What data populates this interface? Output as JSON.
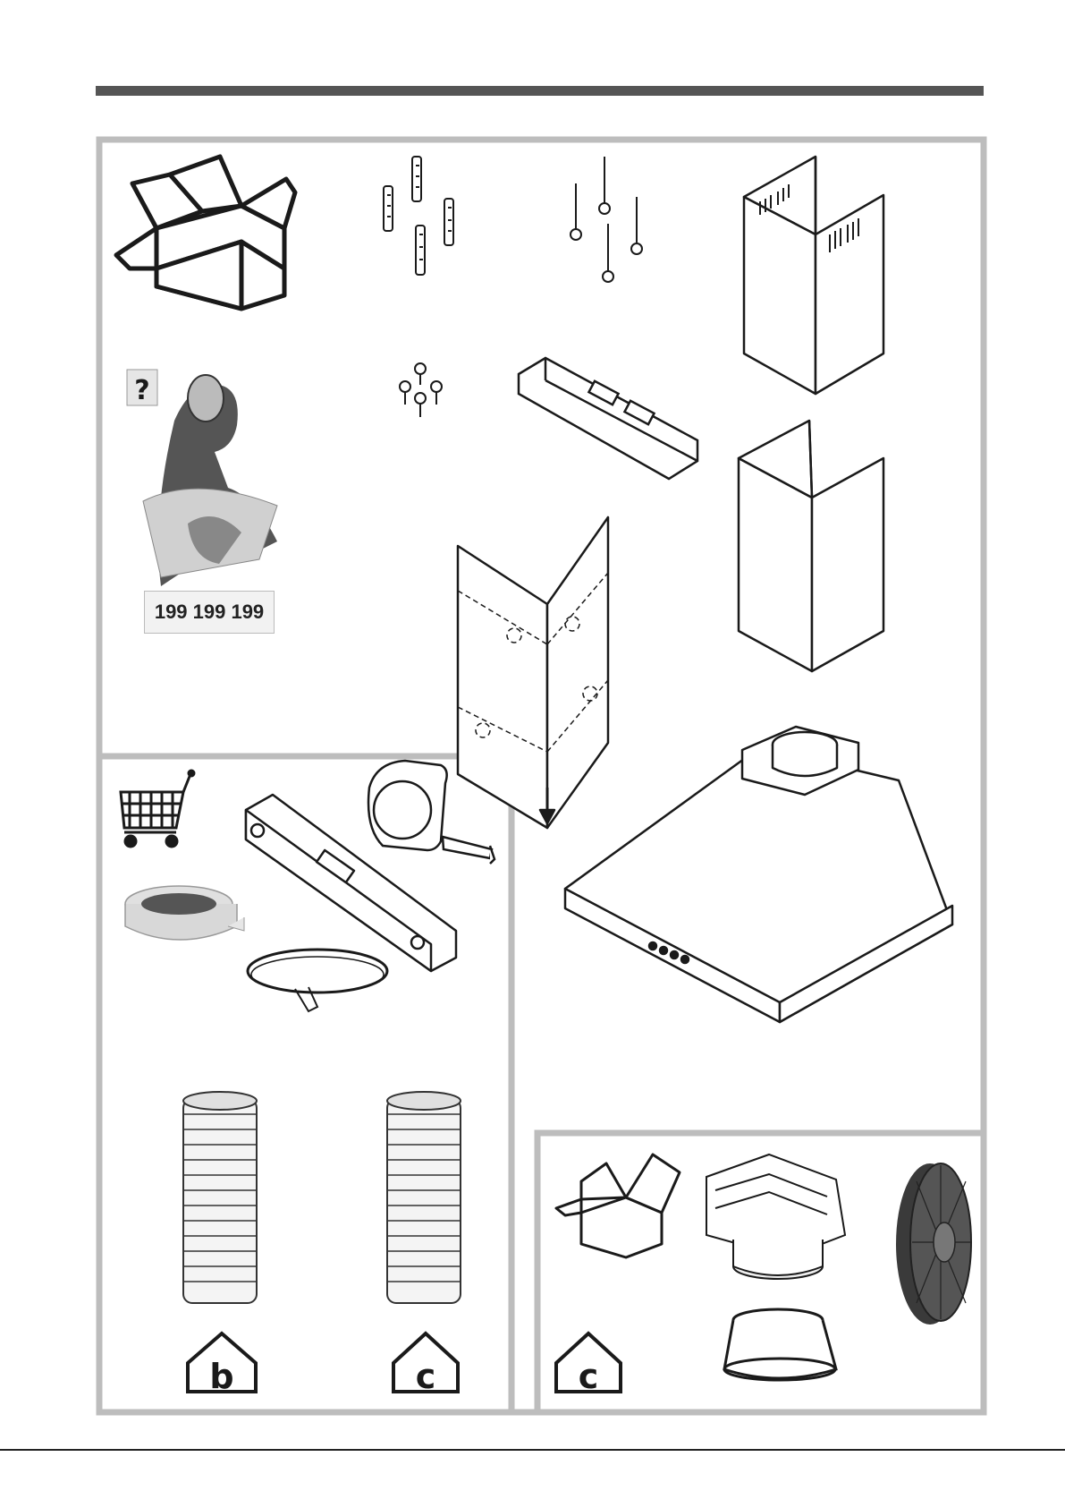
{
  "phone_number": "199 199 199",
  "question_mark": "?",
  "colors": {
    "frame": "#bdbdbd",
    "rule": "#555555",
    "ink": "#1a1a1a",
    "filter_dark": "#3a3a3a"
  },
  "icons": {
    "duct_extraction": "house-b-icon",
    "duct_recirculation": "house-c-icon",
    "recirculation_kit": "house-c-icon"
  },
  "glyphs": {
    "extraction_letter": "b",
    "recirculation_letter": "c"
  }
}
